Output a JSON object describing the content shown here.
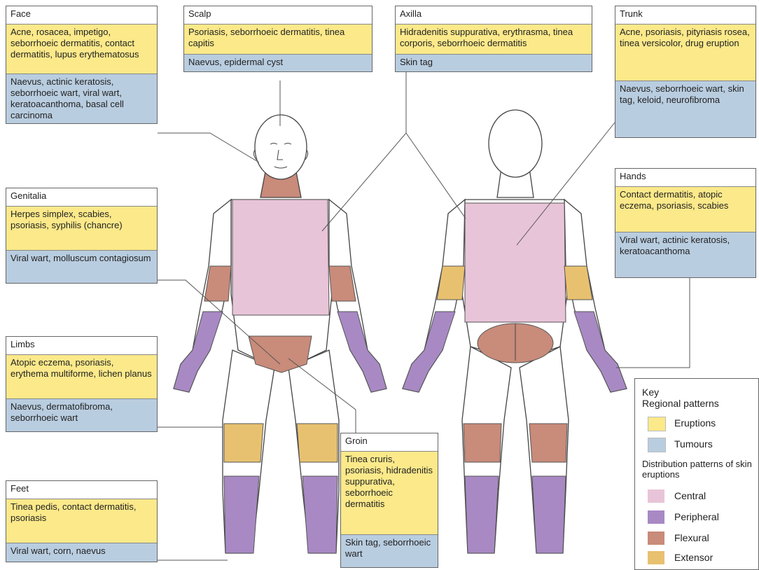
{
  "boxes": {
    "face": {
      "title": "Face",
      "eruptions": "Acne, rosacea, impetigo, seborrhoeic dermatitis, contact dermatitis, lupus erythematosus",
      "tumours": "Naevus, actinic keratosis, seborrhoeic wart, viral wart, keratoacanthoma, basal cell carcinoma"
    },
    "scalp": {
      "title": "Scalp",
      "eruptions": "Psoriasis, seborrhoeic dermatitis, tinea capitis",
      "tumours": "Naevus, epidermal cyst"
    },
    "axilla": {
      "title": "Axilla",
      "eruptions": "Hidradenitis suppurativa, erythrasma, tinea corporis, seborrhoeic dermatitis",
      "tumours": "Skin tag"
    },
    "trunk": {
      "title": "Trunk",
      "eruptions": "Acne, psoriasis, pityriasis rosea, tinea versicolor, drug eruption",
      "tumours": "Naevus, seborrhoeic wart, skin tag, keloid, neurofibroma"
    },
    "genitalia": {
      "title": "Genitalia",
      "eruptions": "Herpes simplex, scabies, psoriasis, syphilis (chancre)",
      "tumours": "Viral wart, molluscum contagiosum"
    },
    "hands": {
      "title": "Hands",
      "eruptions": "Contact dermatitis, atopic eczema, psoriasis, scabies",
      "tumours": "Viral wart, actinic keratosis, keratoacanthoma"
    },
    "limbs": {
      "title": "Limbs",
      "eruptions": "Atopic eczema, psoriasis, erythema multiforme, lichen planus",
      "tumours": "Naevus, dermatofibroma, seborrhoeic wart"
    },
    "groin": {
      "title": "Groin",
      "eruptions": "Tinea cruris, psoriasis, hidradenitis suppurativa, seborrhoeic dermatitis",
      "tumours": "Skin tag, seborrhoeic wart"
    },
    "feet": {
      "title": "Feet",
      "eruptions": "Tinea pedis, contact dermatitis, psoriasis",
      "tumours": "Viral wart, corn, naevus"
    }
  },
  "key": {
    "title": "Key",
    "regional": "Regional patterns",
    "eruptions": "Eruptions",
    "tumours": "Tumours",
    "distribution": "Distribution patterns of skin eruptions",
    "central": "Central",
    "peripheral": "Peripheral",
    "flexural": "Flexural",
    "extensor": "Extensor"
  },
  "colors": {
    "eruptions": "#fbe98a",
    "tumours": "#b9cde0",
    "central": "#e8c4d8",
    "peripheral": "#a889c4",
    "flexural": "#c98b7a",
    "extensor": "#e8c170"
  }
}
